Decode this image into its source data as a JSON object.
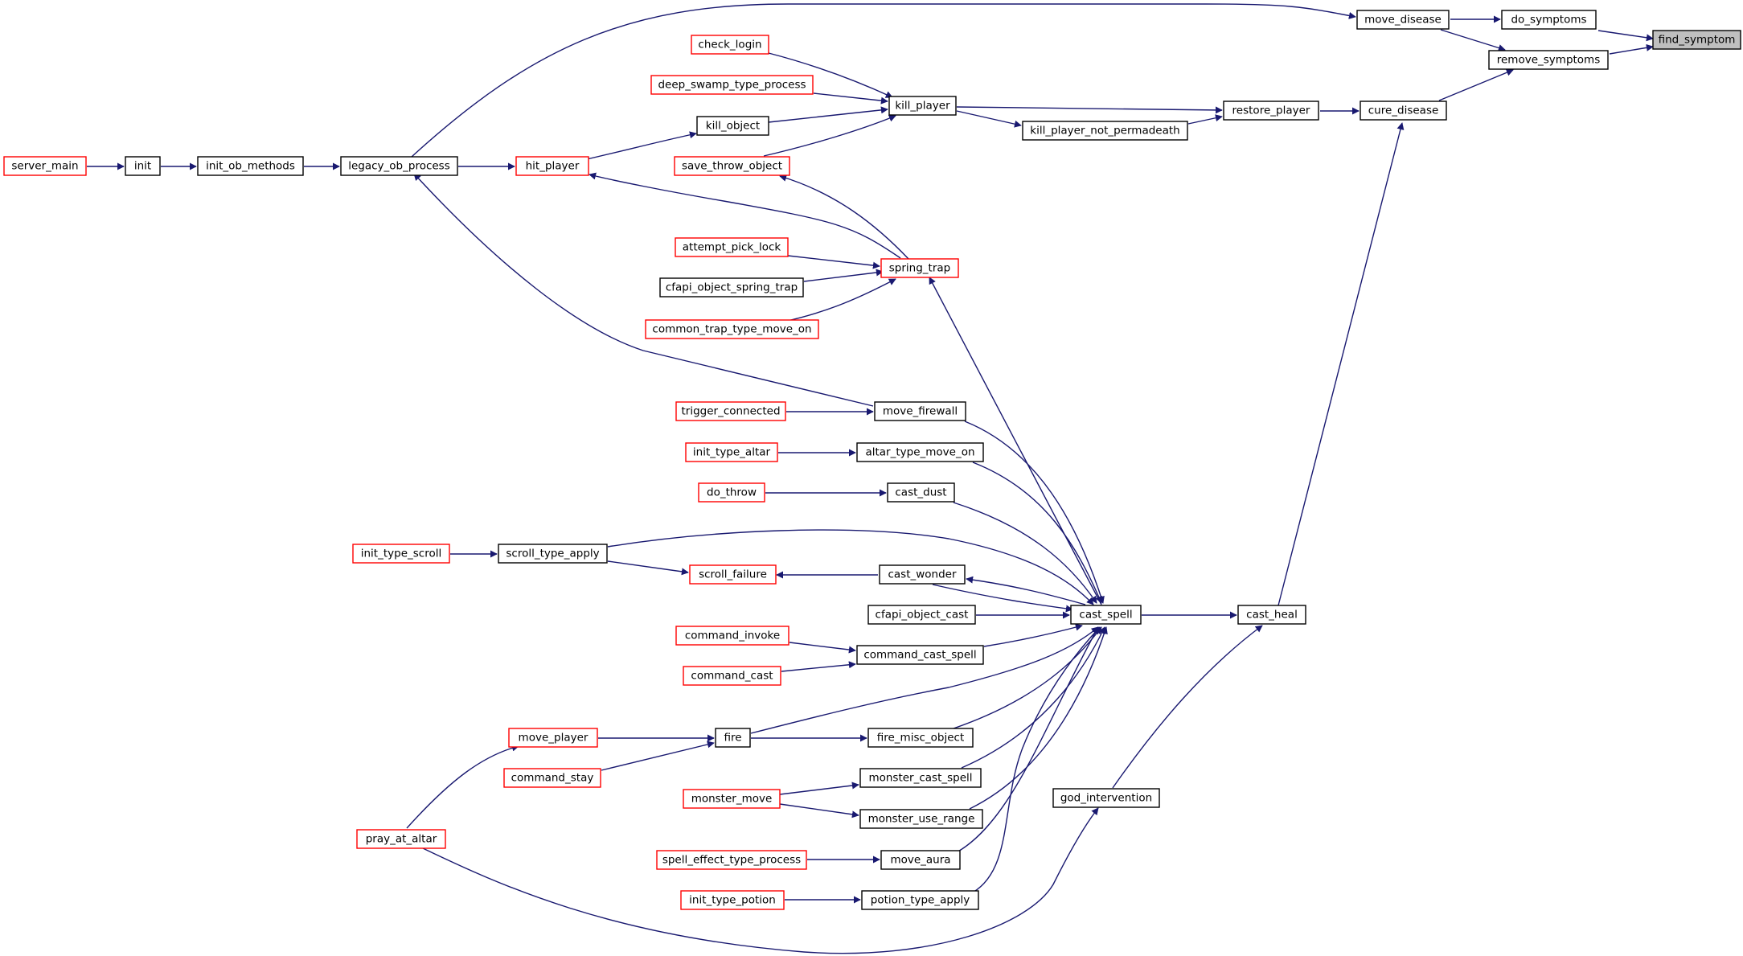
{
  "diagram": {
    "kind": "doxygen-caller-graph",
    "colors": {
      "edge": "#191970",
      "node_border_normal": "#000000",
      "node_border_truncated": "#ff0000",
      "root_fill": "#bfbfbf"
    },
    "nodes": {
      "find_symptom": "find_symptom",
      "do_symptoms": "do_symptoms",
      "remove_symptoms": "remove_symptoms",
      "move_disease": "move_disease",
      "cure_disease": "cure_disease",
      "restore_player": "restore_player",
      "kill_player": "kill_player",
      "kill_player_not_permadeath": "kill_player_not_permadeath",
      "check_login": "check_login",
      "deep_swamp_type_process": "deep_swamp_type_process",
      "kill_object": "kill_object",
      "save_throw_object": "save_throw_object",
      "hit_player": "hit_player",
      "legacy_ob_process": "legacy_ob_process",
      "init_ob_methods": "init_ob_methods",
      "init": "init",
      "server_main": "server_main",
      "spring_trap": "spring_trap",
      "attempt_pick_lock": "attempt_pick_lock",
      "cfapi_object_spring_trap": "cfapi_object_spring_trap",
      "common_trap_type_move_on": "common_trap_type_move_on",
      "move_firewall": "move_firewall",
      "trigger_connected": "trigger_connected",
      "altar_type_move_on": "altar_type_move_on",
      "init_type_altar": "init_type_altar",
      "cast_dust": "cast_dust",
      "do_throw": "do_throw",
      "scroll_type_apply": "scroll_type_apply",
      "init_type_scroll": "init_type_scroll",
      "scroll_failure": "scroll_failure",
      "cast_wonder": "cast_wonder",
      "cfapi_object_cast": "cfapi_object_cast",
      "cast_spell": "cast_spell",
      "cast_heal": "cast_heal",
      "command_invoke": "command_invoke",
      "command_cast_spell": "command_cast_spell",
      "command_cast": "command_cast",
      "move_player": "move_player",
      "fire": "fire",
      "fire_misc_object": "fire_misc_object",
      "command_stay": "command_stay",
      "monster_cast_spell": "monster_cast_spell",
      "monster_move": "monster_move",
      "monster_use_range": "monster_use_range",
      "god_intervention": "god_intervention",
      "pray_at_altar": "pray_at_altar",
      "spell_effect_type_process": "spell_effect_type_process",
      "move_aura": "move_aura",
      "init_type_potion": "init_type_potion",
      "potion_type_apply": "potion_type_apply"
    }
  }
}
